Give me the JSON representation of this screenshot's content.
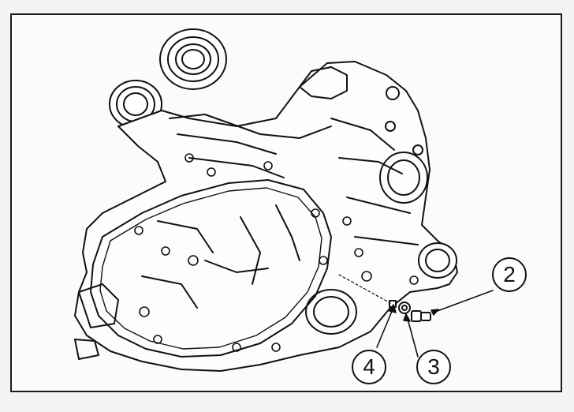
{
  "callouts": [
    {
      "id": "2",
      "label": "2"
    },
    {
      "id": "3",
      "label": "3"
    },
    {
      "id": "4",
      "label": "4"
    }
  ]
}
